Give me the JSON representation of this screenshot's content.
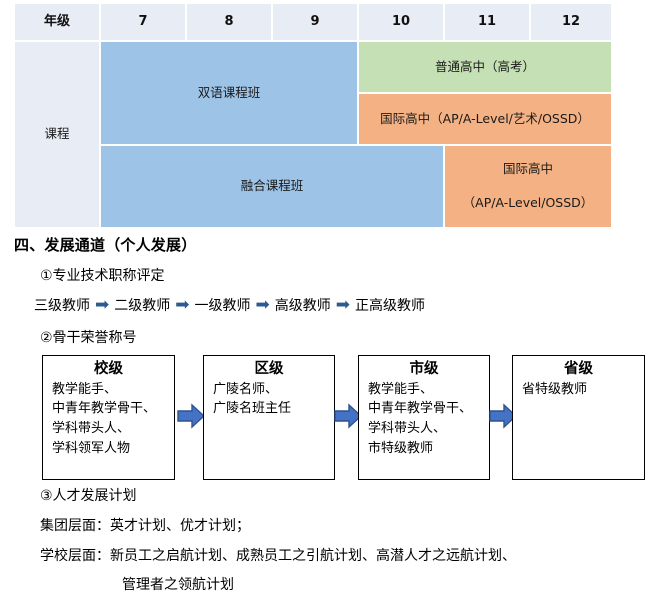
{
  "table": {
    "row_header_label": "年级",
    "row_course_label": "课程",
    "grades": [
      "7",
      "8",
      "9",
      "10",
      "11",
      "12"
    ],
    "cells": {
      "bilingual": "双语课程班",
      "integrated": "融合课程班",
      "regular_highschool": "普通高中（高考）",
      "international_highschool_full": "国际高中（AP/A-Level/艺术/OSSD）",
      "international_highschool_name": "国际高中",
      "international_highschool_tracks": "（AP/A-Level/OSSD）"
    },
    "colors": {
      "header_bg": "#E8ECF5",
      "blue": "#9DC3E6",
      "green": "#C5E0B4",
      "orange": "#F4B183"
    }
  },
  "section": {
    "title": "四、发展通道（个人发展）",
    "item1": "①专业技术职称评定",
    "item2": "②骨干荣誉称号",
    "item3": "③人才发展计划",
    "group_level": "集团层面：英才计划、优才计划；",
    "school_level": "学校层面：新员工之启航计划、成熟员工之引航计划、高潜人才之远航计划、",
    "school_level_cont": "管理者之领航计划"
  },
  "title_ladder": {
    "steps": [
      "三级教师",
      "二级教师",
      "一级教师",
      "高级教师",
      "正高级教师"
    ],
    "arrow_glyph": "➡",
    "arrow_color": "#2D5B8E"
  },
  "honor_boxes": [
    {
      "title": "校级",
      "items": [
        "教学能手、",
        "中青年教学骨干、",
        "学科带头人、",
        "学科领军人物"
      ]
    },
    {
      "title": "区级",
      "items": [
        "广陵名师、",
        "广陵名班主任"
      ]
    },
    {
      "title": "市级",
      "items": [
        "教学能手、",
        "中青年教学骨干、",
        "学科带头人、",
        "市特级教师"
      ]
    },
    {
      "title": "省级",
      "items": [
        "省特级教师"
      ]
    }
  ],
  "block_arrow": {
    "fill": "#4472C4",
    "stroke": "#2F528F"
  }
}
